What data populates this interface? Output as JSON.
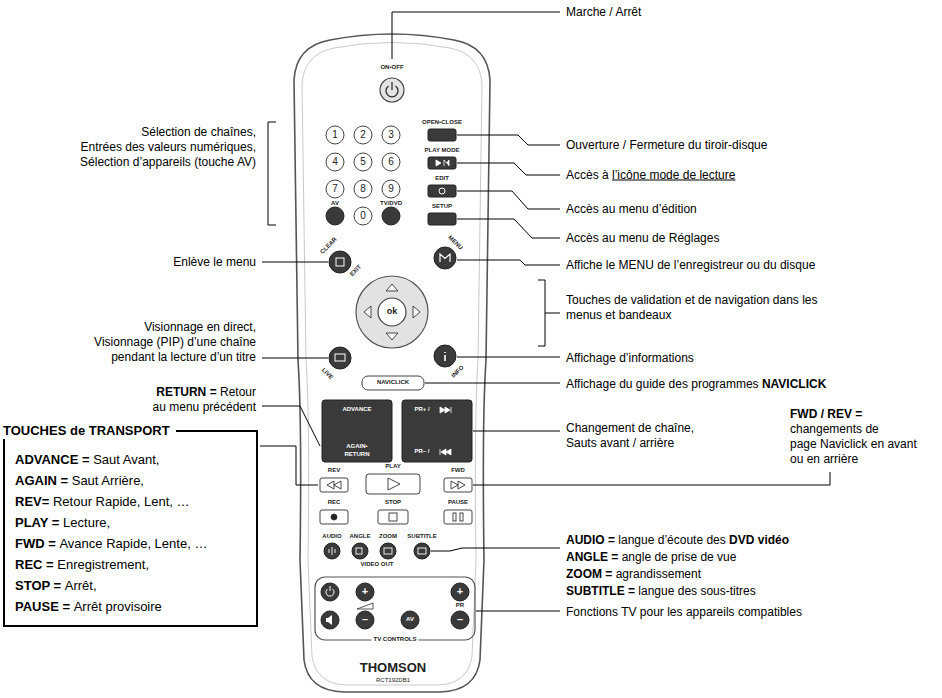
{
  "diagram": {
    "nodes": [
      {
        "text": [
          "TOUCHES de TRANSPORT",
          "ADVANCE = Saut Avant,",
          "AGAIN = Saut Arrière,",
          "REV= Retour Rapide, Lent, …",
          "PLAY = Lecture,",
          "FWD = Avance Rapide, Lente, …",
          "REC = Enregistrement,",
          "STOP = Arrêt,",
          "PAUSE = Arrêt provisoire"
        ]
      }
    ],
    "labels": [
      "Marche / Arrêt",
      "Ouverture / Fermeture du tiroir-disque",
      "Accès à l’icône mode de lecture",
      "Accès au menu d’édition",
      "Accès au menu de Réglages",
      "Affiche le MENU de l’enregistreur ou du disque",
      "Sélection de chaînes, Entrées des valeurs numériques, Sélection d’appareils (touche AV)",
      "Enlève le menu",
      "Touches de validation et de navigation dans les menus et bandeaux",
      "Visionnage en direct, Visionnage (PIP) d’une chaîne pendant la lecture d’un titre",
      "Affichage d’informations",
      "Affichage du guide des programmes NAVICLICK",
      "RETURN = Retour au menu précédent",
      "Changement de chaîne, Sauts avant / arrière",
      "FWD / REV = changements de page Naviclick en avant ou en arrière",
      "AUDIO = langue d’écoute des DVD vidéo",
      "ANGLE = angle de prise de vue",
      "ZOOM = agrandissement",
      "SUBTITLE = langue des sous-titres",
      "Fonctions TV pour les appareils compatibles",
      "ON•OFF",
      "OPEN•CLOSE",
      "1",
      "2",
      "3",
      "4",
      "5",
      "6",
      "7",
      "8",
      "9",
      "PLAY MODE",
      "EDIT",
      "AV",
      "0",
      "TV/DVD",
      "SETUP",
      "CLEAR",
      "EXIT",
      "MENU",
      "ok",
      "LIVE",
      "INFO",
      "NAVICLICK",
      "ADVANCE",
      "AGAIN• RETURN",
      "PR+ /",
      "PR– /",
      "REV",
      "PLAY",
      "FWD",
      "REC",
      "STOP",
      "PAUSE",
      "AUDIO",
      "ANGLE",
      "ZOOM",
      "SUBTITLE",
      "VIDEO OUT",
      "+",
      "+",
      "–",
      "AV",
      "–",
      "PR",
      "TV CONTROLS",
      "THOMSON",
      "RCT192DB1"
    ]
  }
}
